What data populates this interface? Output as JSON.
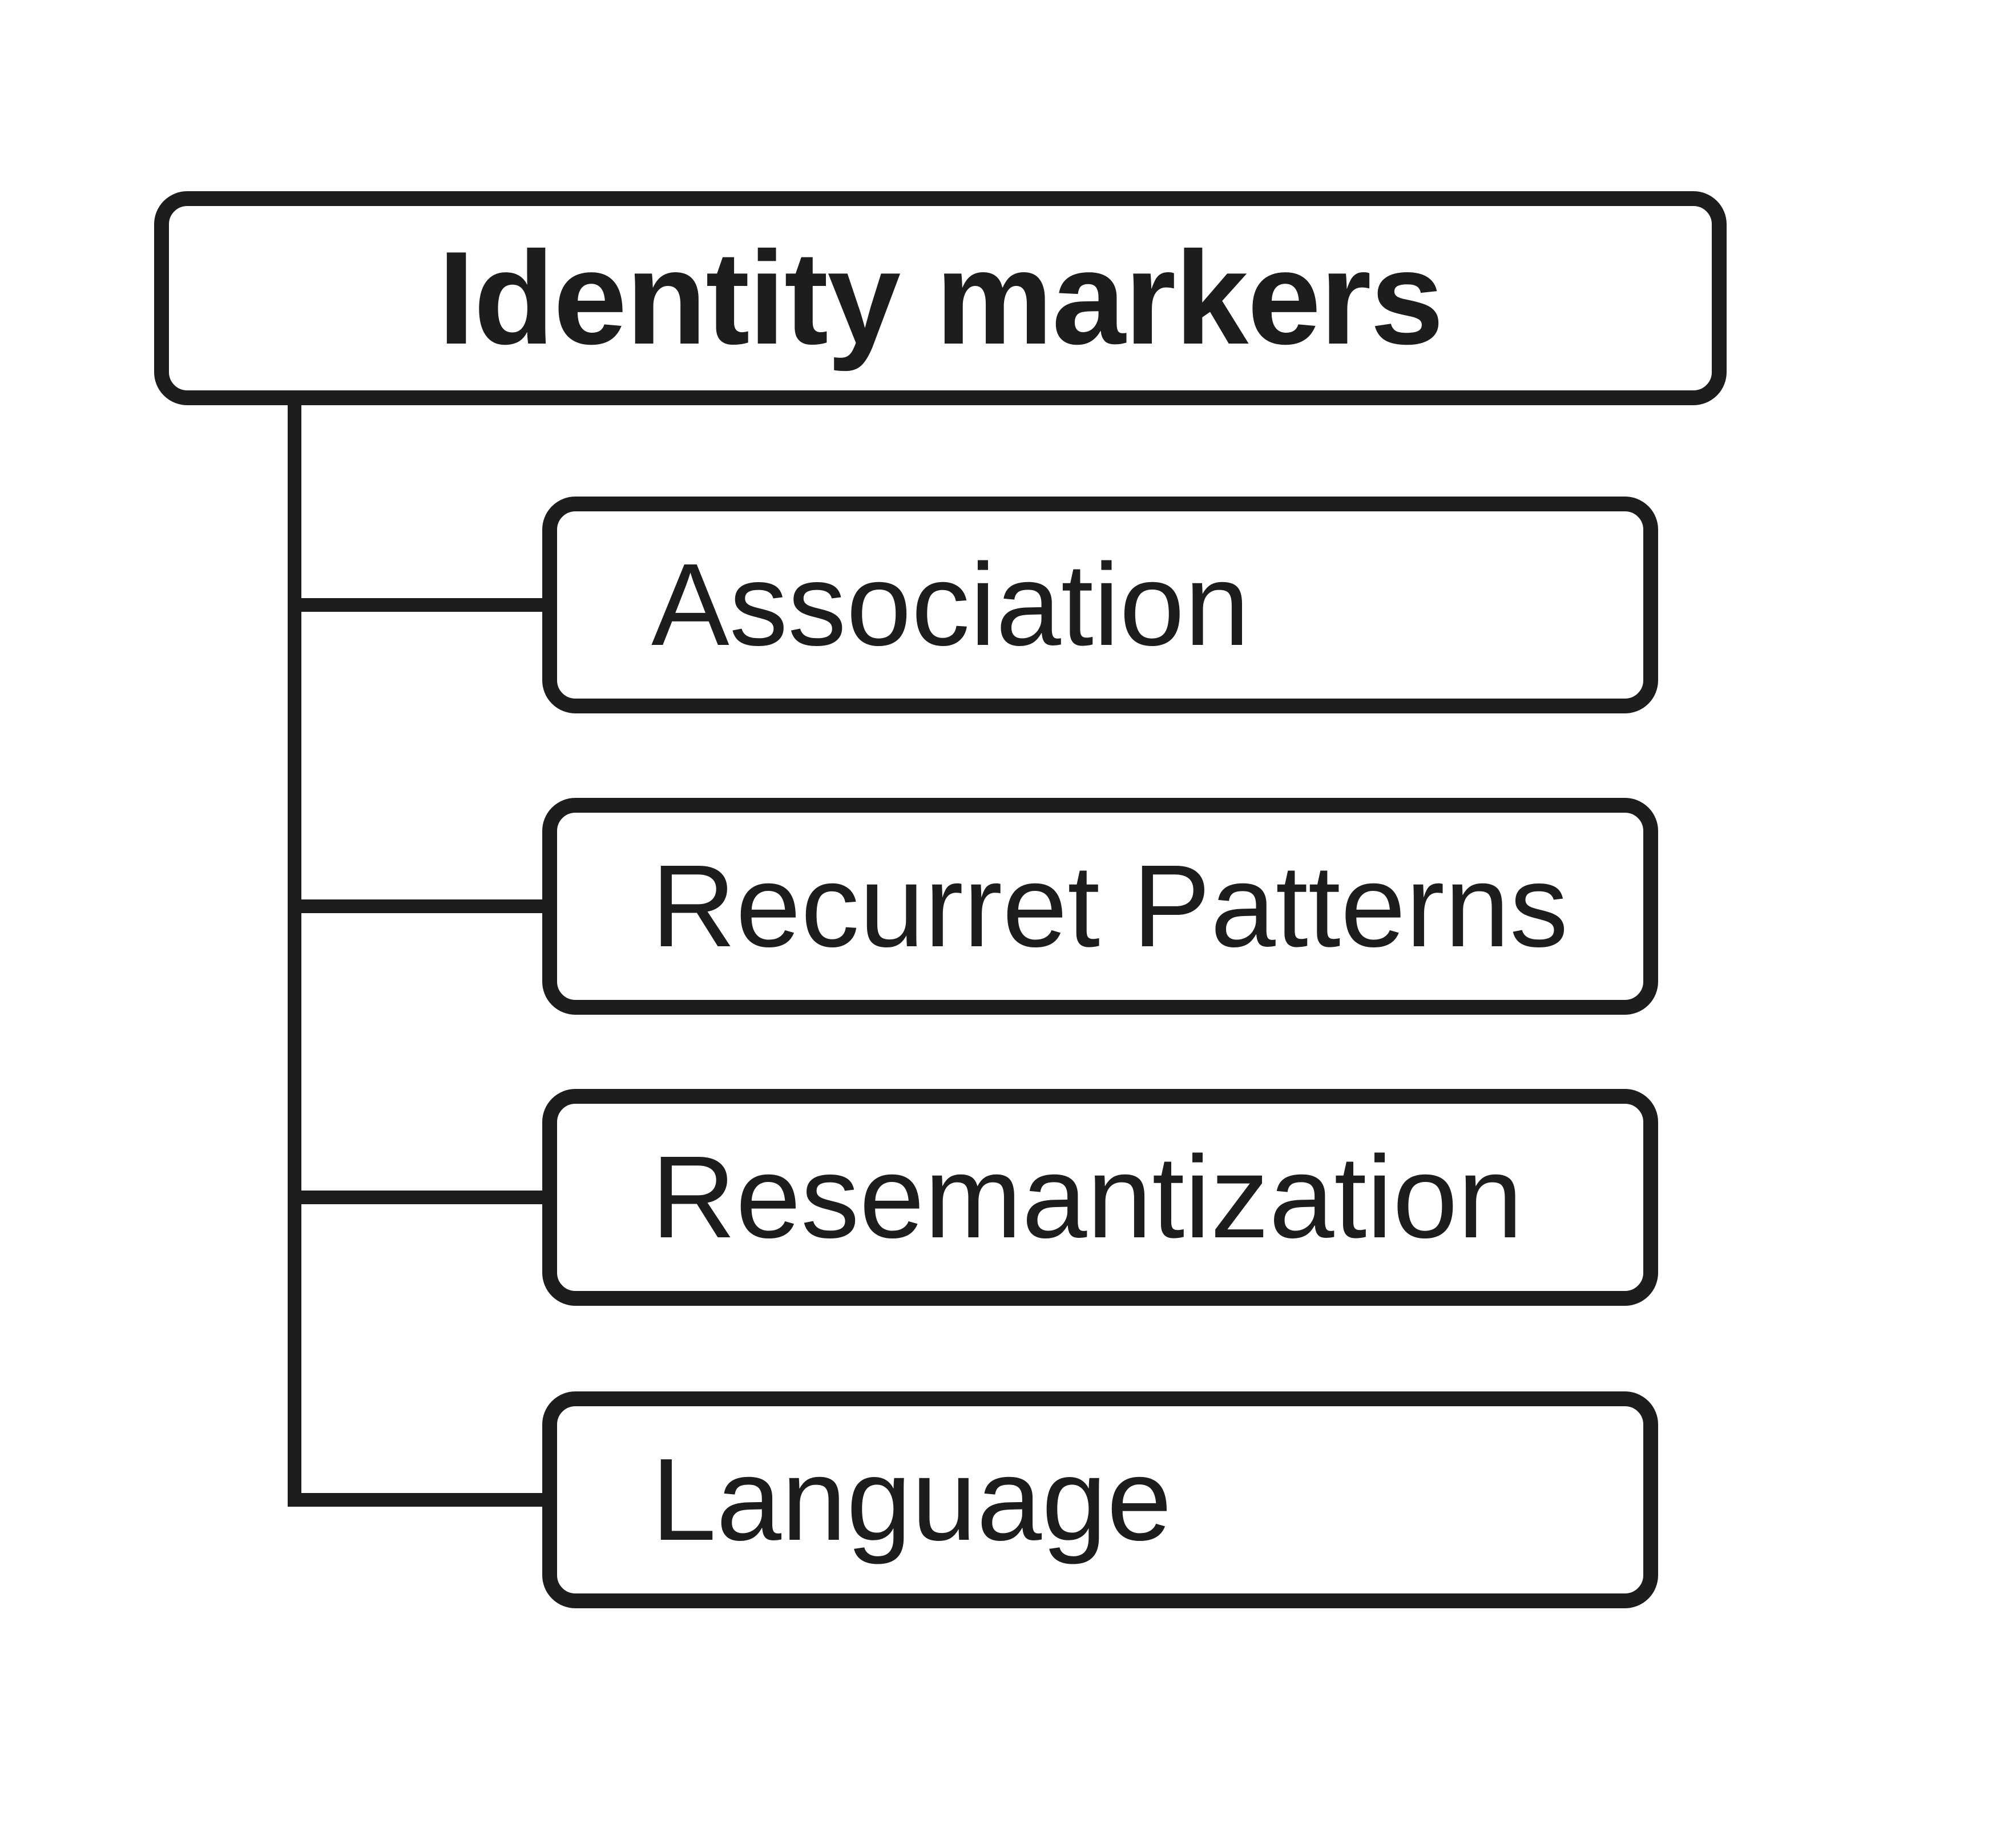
{
  "diagram": {
    "type": "hierarchy",
    "root": {
      "label": "Identity markers"
    },
    "children": [
      {
        "label": "Association"
      },
      {
        "label": "Recurret Patterns"
      },
      {
        "label": "Resemantization"
      },
      {
        "label": "Language"
      }
    ],
    "colors": {
      "ink": "#1d1d1d",
      "background": "#ffffff"
    }
  }
}
